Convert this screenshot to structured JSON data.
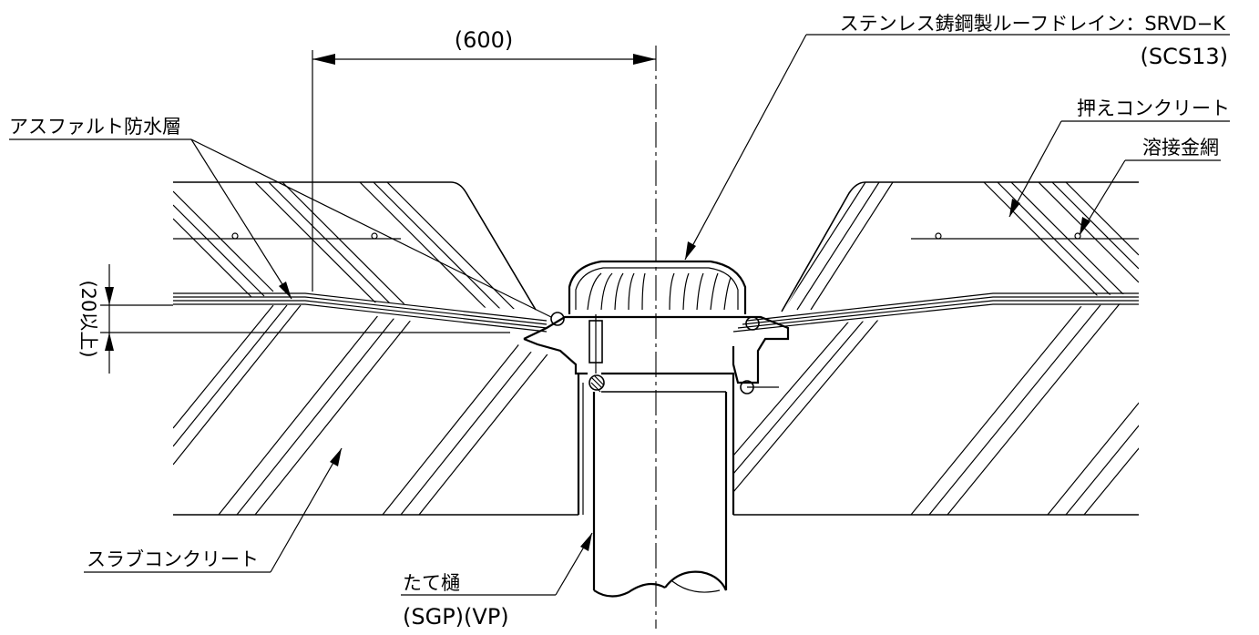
{
  "labels": {
    "dimension_width": "(600)",
    "drain_name": "ステンレス鋳鋼製ルーフドレイン：SRVD−K",
    "drain_material": "(SCS13)",
    "asphalt_layer": "アスファルト防水層",
    "cover_concrete": "押えコンクリート",
    "welded_mesh": "溶接金網",
    "slab_concrete": "スラブコンクリート",
    "pipe_name": "たて樋",
    "pipe_material": "(SGP)(VP)",
    "dimension_depth": "(20以上)"
  },
  "colors": {
    "line": "#000000",
    "background": "#ffffff"
  }
}
